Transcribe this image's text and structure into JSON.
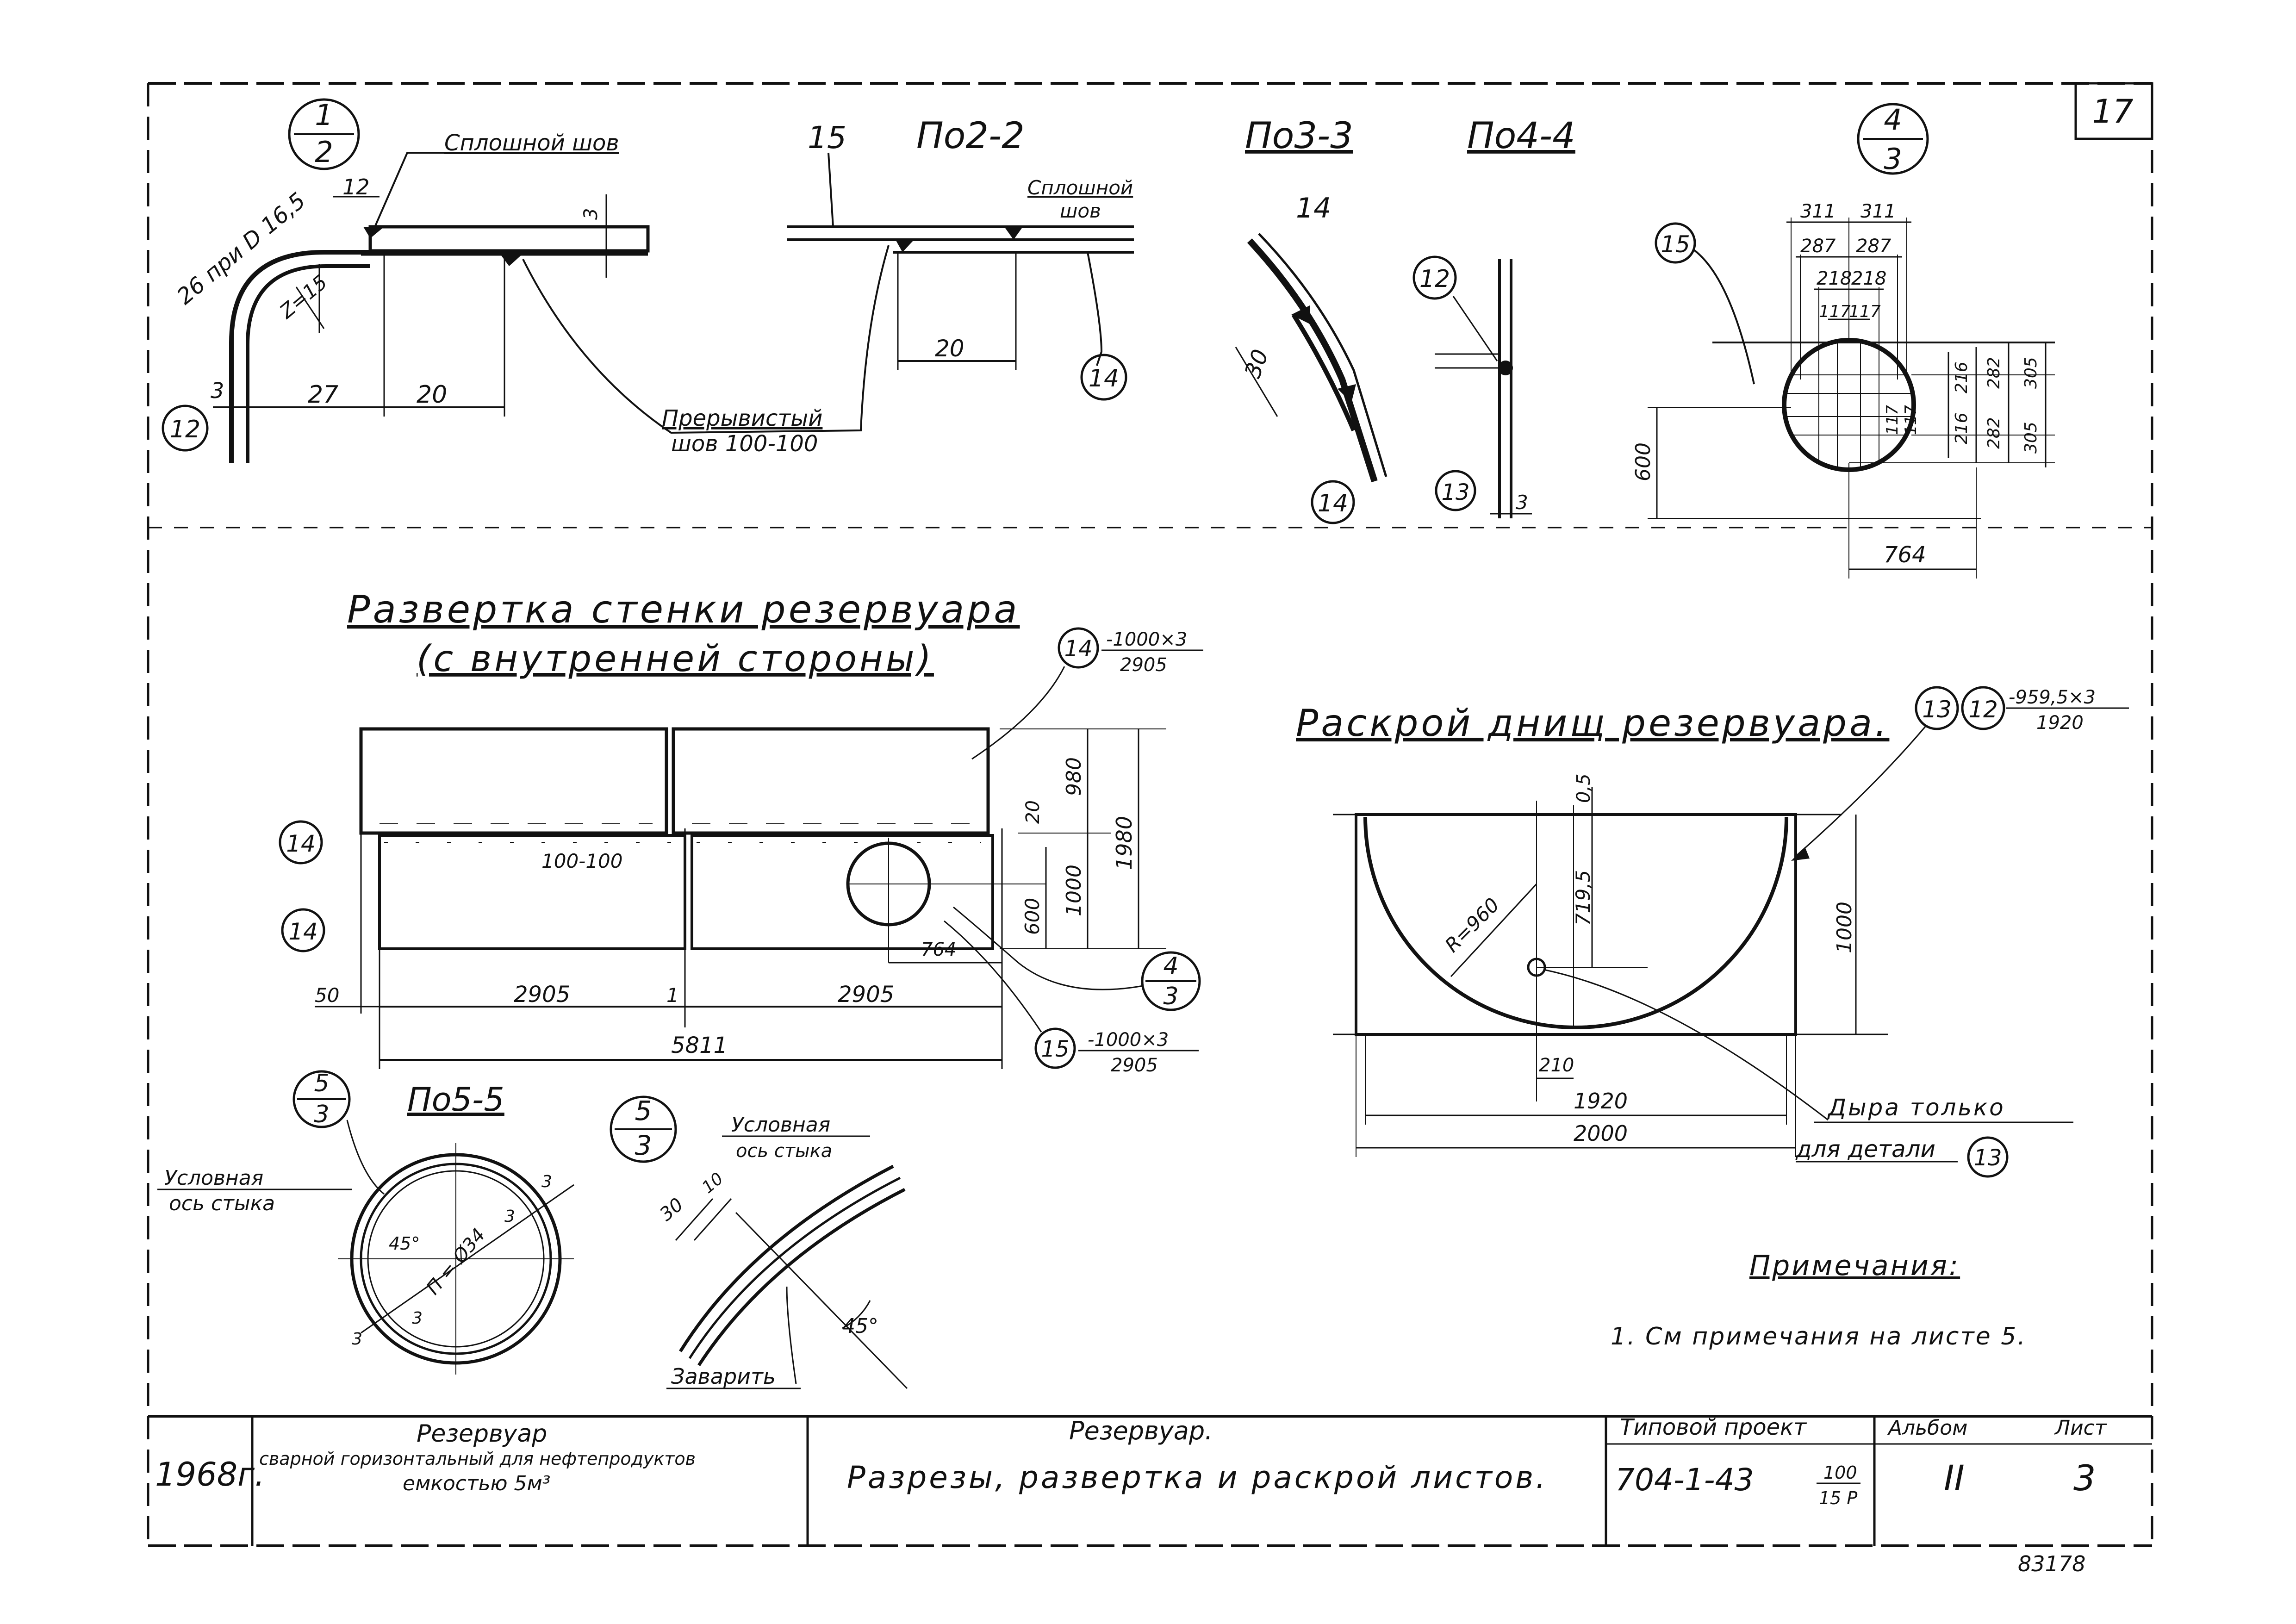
{
  "sheet": {
    "page_number": "17",
    "stamp_number": "83178"
  },
  "detail_1_2": {
    "callout_top": "1",
    "callout_bottom": "2",
    "weld_label": "Сплошной шов",
    "bend_label": "26 при D 16,5",
    "radius_label": "Z=15",
    "dim_12": "12",
    "dim_3": "3",
    "dim_27": "27",
    "dim_20": "20",
    "dim_3_right": "3",
    "part_ref": "12"
  },
  "section_2_2": {
    "title": "По2-2",
    "part_ref_top": "15",
    "weld_label_line1": "Сплошной",
    "weld_label_line2": "шов",
    "dim_20": "20",
    "part_ref_bottom": "14",
    "intermittent_weld_line1": "Прерывистый",
    "intermittent_weld_line2": "шов 100-100"
  },
  "section_3_3": {
    "title": "По3-3",
    "part_ref_top": "14",
    "dim_30": "30",
    "part_ref_bottom": "14"
  },
  "section_4_4": {
    "title": "По4-4",
    "part_ref_top": "12",
    "part_ref_bottom": "13",
    "dim_3": "3"
  },
  "detail_4_3": {
    "callout_top": "4",
    "callout_bottom": "3",
    "part_ref": "15",
    "dims_top": [
      "311",
      "311",
      "287",
      "287",
      "218",
      "218",
      "117",
      "117"
    ],
    "dims_right": [
      "216",
      "282",
      "305",
      "216",
      "282",
      "305"
    ],
    "dims_inner": [
      "117",
      "117"
    ],
    "dim_600": "600",
    "dim_764": "764"
  },
  "wall_development": {
    "title_line1": "Развертка стенки резервуара",
    "title_line2": "(с внутренней стороны)",
    "part_14_label": "14",
    "part_14_size_top": "-1000×3",
    "part_14_size_bottom": "2905",
    "row_ref_upper": "14",
    "row_ref_lower": "14",
    "weld_pitch": "100-100",
    "dim_20": "20",
    "dim_980": "980",
    "dim_1980": "1980",
    "dim_1000": "1000",
    "dim_600": "600",
    "dim_764": "764",
    "dim_50": "50",
    "dim_2905_left": "2905",
    "dim_1": "1",
    "dim_2905_right": "2905",
    "dim_5811": "5811",
    "callout_4": "4",
    "callout_3": "3",
    "part_15_label": "15",
    "part_15_size_top": "-1000×3",
    "part_15_size_bottom": "2905"
  },
  "bottom_cutting": {
    "title": "Раскрой днищ резервуара.",
    "part_13": "13",
    "part_12": "12",
    "part_size_top": "-959,5×3",
    "part_size_bottom": "1920",
    "dim_0_5": "0,5",
    "dim_719_5": "719,5",
    "radius": "R=960",
    "dim_1000": "1000",
    "dim_210": "210",
    "dim_1920": "1920",
    "dim_2000": "2000",
    "hole_note_line1": "Дыра только",
    "hole_note_line2": "для детали",
    "hole_note_ref": "13"
  },
  "section_5_5": {
    "callout_top": "5",
    "callout_bottom": "3",
    "title": "По5-5",
    "axis_label_line1": "Условная",
    "axis_label_line2": "ось стыка",
    "angle": "45°",
    "diameter": "П = Ø34",
    "dim_3_a": "3",
    "dim_3_b": "3",
    "dim_3_c": "3",
    "dim_3_d": "3"
  },
  "detail_5_3": {
    "callout_top": "5",
    "callout_bottom": "3",
    "axis_label_line1": "Условная",
    "axis_label_line2": "ось стыка",
    "dim_30": "30",
    "dim_10": "10",
    "angle": "45°",
    "weld_label": "Заварить"
  },
  "notes": {
    "heading": "Примечания:",
    "items": [
      "1. См примечания на листе 5."
    ]
  },
  "title_block": {
    "year": "1968г.",
    "object_line1": "Резервуар",
    "object_line2": "сварной горизонтальный для нефтепродуктов",
    "object_line3": "емкостью 5м³",
    "sheet_title_line1": "Резервуар.",
    "sheet_title_line2": "Разрезы, развертка и раскрой листов.",
    "project_label": "Типовой проект",
    "project_number": "704-1-43",
    "project_fraction_top": "100",
    "project_fraction_bottom": "15 Р",
    "album_label": "Альбом",
    "album_value": "II",
    "sheet_label": "Лист",
    "sheet_value": "3"
  }
}
